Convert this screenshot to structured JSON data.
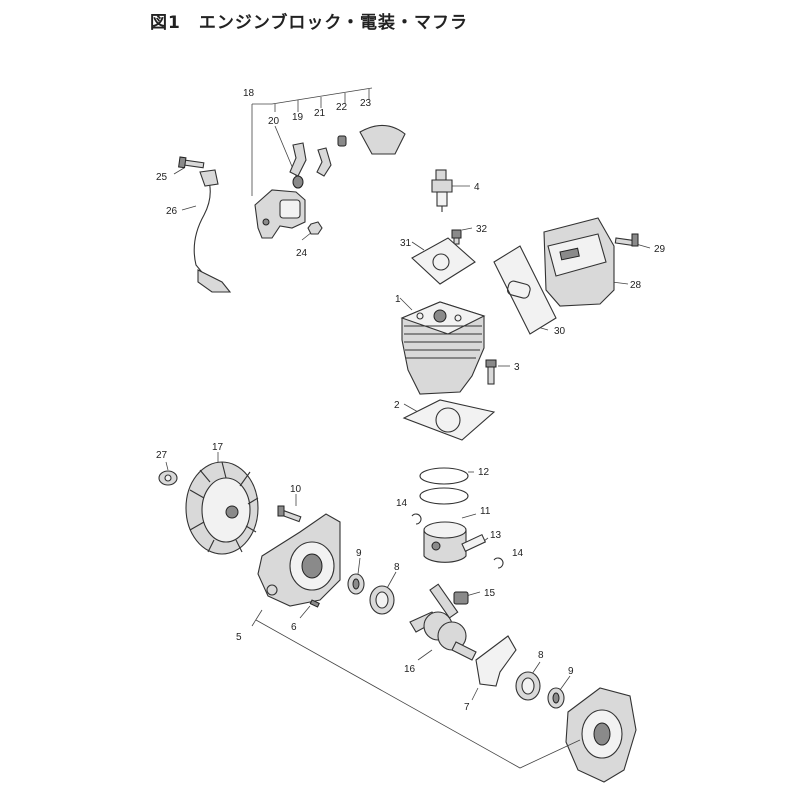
{
  "title": "図1　エンジンブロック・電装・マフラ",
  "callouts": [
    {
      "id": "c1",
      "text": "1"
    },
    {
      "id": "c2",
      "text": "2"
    },
    {
      "id": "c3",
      "text": "3"
    },
    {
      "id": "c4",
      "text": "4"
    },
    {
      "id": "c5",
      "text": "5"
    },
    {
      "id": "c6",
      "text": "6"
    },
    {
      "id": "c7",
      "text": "7"
    },
    {
      "id": "c8a",
      "text": "8"
    },
    {
      "id": "c8b",
      "text": "8"
    },
    {
      "id": "c9a",
      "text": "9"
    },
    {
      "id": "c9b",
      "text": "9"
    },
    {
      "id": "c10",
      "text": "10"
    },
    {
      "id": "c11",
      "text": "11"
    },
    {
      "id": "c12",
      "text": "12"
    },
    {
      "id": "c13",
      "text": "13"
    },
    {
      "id": "c14a",
      "text": "14"
    },
    {
      "id": "c14b",
      "text": "14"
    },
    {
      "id": "c15",
      "text": "15"
    },
    {
      "id": "c16",
      "text": "16"
    },
    {
      "id": "c17",
      "text": "17"
    },
    {
      "id": "c18",
      "text": "18"
    },
    {
      "id": "c19",
      "text": "19"
    },
    {
      "id": "c20",
      "text": "20"
    },
    {
      "id": "c21",
      "text": "21"
    },
    {
      "id": "c22",
      "text": "22"
    },
    {
      "id": "c23",
      "text": "23"
    },
    {
      "id": "c24",
      "text": "24"
    },
    {
      "id": "c25",
      "text": "25"
    },
    {
      "id": "c26",
      "text": "26"
    },
    {
      "id": "c27",
      "text": "27"
    },
    {
      "id": "c28",
      "text": "28"
    },
    {
      "id": "c29",
      "text": "29"
    },
    {
      "id": "c30",
      "text": "30"
    },
    {
      "id": "c31",
      "text": "31"
    },
    {
      "id": "c32",
      "text": "32"
    }
  ]
}
